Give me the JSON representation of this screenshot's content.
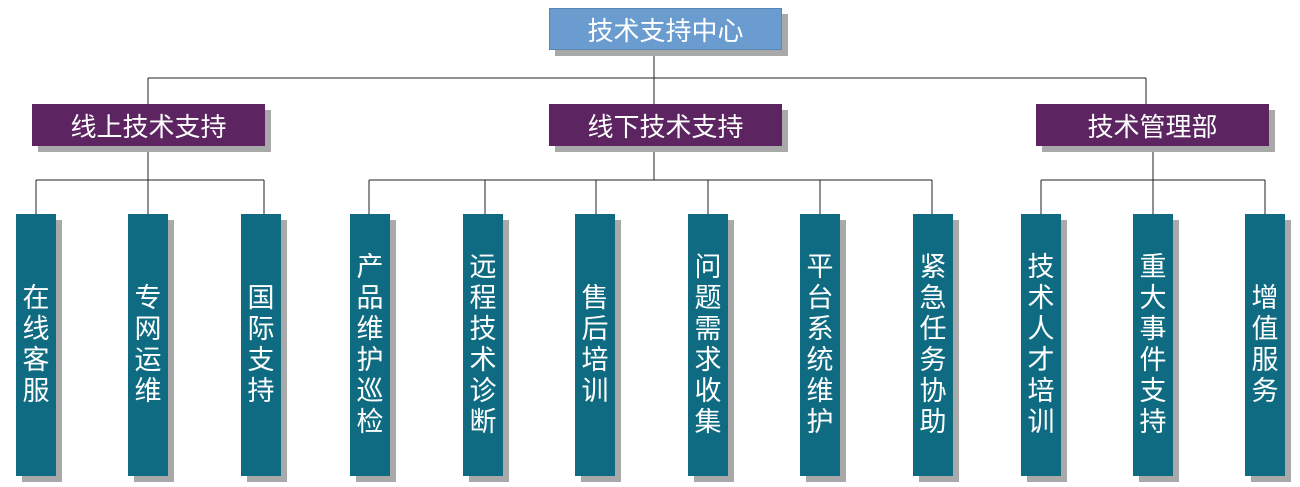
{
  "root": {
    "label": "技术支持中心"
  },
  "departments": [
    {
      "label": "线上技术支持",
      "children": [
        "在线客服",
        "专网运维",
        "国际支持"
      ]
    },
    {
      "label": "线下技术支持",
      "children": [
        "产品维护巡检",
        "远程技术诊断",
        "售后培训",
        "问题需求收集",
        "平台系统维护",
        "紧急任务协助"
      ]
    },
    {
      "label": "技术管理部",
      "children": [
        "技术人才培训",
        "重大事件支持",
        "增值服务"
      ]
    }
  ],
  "colors": {
    "root": "#6b9ccf",
    "department": "#5c2561",
    "leaf": "#0e6b82",
    "connector": "#222222"
  }
}
